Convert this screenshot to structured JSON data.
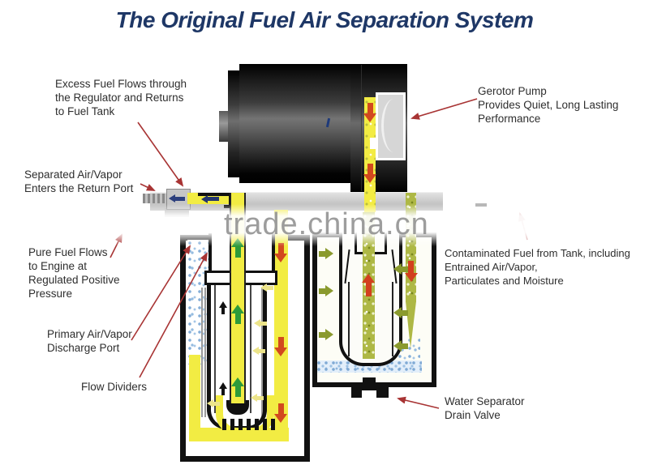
{
  "title": "The Original Fuel Air Separation System",
  "watermark": "trade.china.cn",
  "labels": {
    "excess_fuel": "Excess Fuel Flows through\nthe Regulator and Returns\nto Fuel Tank",
    "separated_air": "Separated Air/Vapor\nEnters the Return Port",
    "pure_fuel": "Pure Fuel Flows\nto Engine at\nRegulated Positive\nPressure",
    "primary_discharge": "Primary Air/Vapor\nDischarge Port",
    "flow_dividers": "Flow Dividers",
    "gerotor_pump": "Gerotor Pump\nProvides Quiet, Long Lasting\nPerformance",
    "contaminated_fuel": "Contaminated Fuel from Tank, including\nEntrained Air/Vapor,\nParticulates and Moisture",
    "water_separator": "Water Separator\nDrain Valve"
  },
  "colors": {
    "title_navy": "#1e3766",
    "leader_red": "#a83434",
    "fuel_yellow": "#f2ec43",
    "flow_green": "#2e9b3a",
    "flow_orange": "#d2491e",
    "olive_green": "#8a9a2e",
    "pale_yellow": "#ece48a",
    "water_blue": "#85aed8",
    "plate_gray": "#c9c9c9",
    "watermark_gray": "#8c8c8c"
  }
}
